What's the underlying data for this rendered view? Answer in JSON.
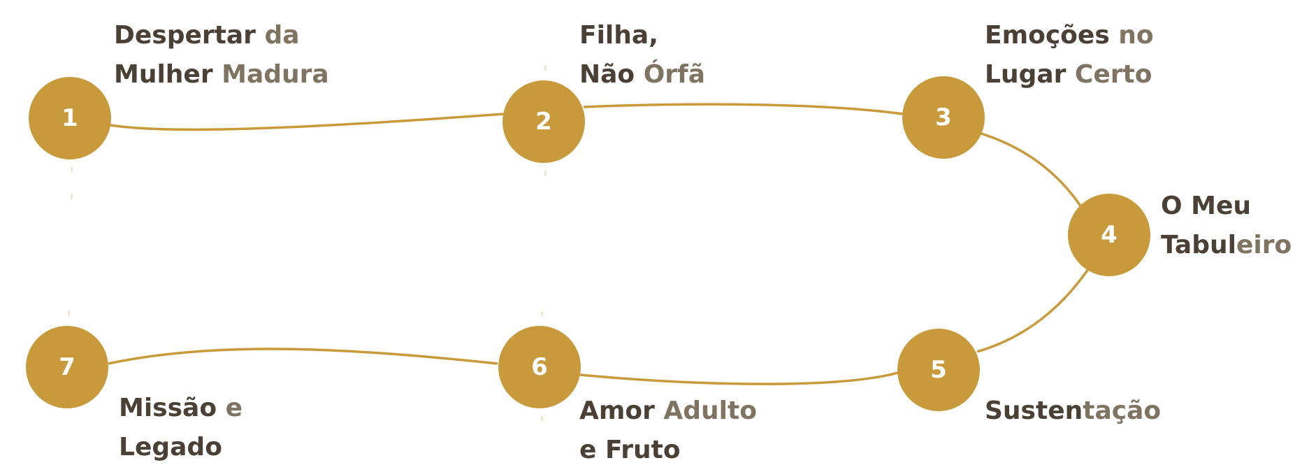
{
  "colors": {
    "node_fill": "#C99A3B",
    "node_text": "#FFFFFF",
    "connector": "#C99A3B",
    "text_dark": "#4A4036",
    "text_light": "#7F7361",
    "tick": "#EFE6D3"
  },
  "steps": [
    {
      "number": "1",
      "lines": [
        [
          {
            "text": "Despertar",
            "tone": "dark"
          },
          {
            "text": " da",
            "tone": "light"
          }
        ],
        [
          {
            "text": "Mulher",
            "tone": "dark"
          },
          {
            "text": " Madura",
            "tone": "light"
          }
        ]
      ]
    },
    {
      "number": "2",
      "lines": [
        [
          {
            "text": "Filha,",
            "tone": "dark"
          }
        ],
        [
          {
            "text": "Não",
            "tone": "dark"
          },
          {
            "text": " Órfã",
            "tone": "light"
          }
        ]
      ]
    },
    {
      "number": "3",
      "lines": [
        [
          {
            "text": "Emoções",
            "tone": "dark"
          },
          {
            "text": " no",
            "tone": "light"
          }
        ],
        [
          {
            "text": "Lugar",
            "tone": "dark"
          },
          {
            "text": " Certo",
            "tone": "light"
          }
        ]
      ]
    },
    {
      "number": "4",
      "lines": [
        [
          {
            "text": "O Meu",
            "tone": "dark"
          }
        ],
        [
          {
            "text": "Tabul",
            "tone": "dark"
          },
          {
            "text": "eiro",
            "tone": "light"
          }
        ]
      ]
    },
    {
      "number": "5",
      "lines": [
        [
          {
            "text": "Susten",
            "tone": "dark"
          },
          {
            "text": "tação",
            "tone": "light"
          }
        ]
      ]
    },
    {
      "number": "6",
      "lines": [
        [
          {
            "text": "Amor",
            "tone": "dark"
          },
          {
            "text": " Adulto",
            "tone": "light"
          }
        ],
        [
          {
            "text": "e Fruto",
            "tone": "dark"
          }
        ]
      ]
    },
    {
      "number": "7",
      "lines": [
        [
          {
            "text": "Missão",
            "tone": "dark"
          },
          {
            "text": " e",
            "tone": "light"
          }
        ],
        [
          {
            "text": "Legado",
            "tone": "dark"
          }
        ]
      ]
    }
  ]
}
